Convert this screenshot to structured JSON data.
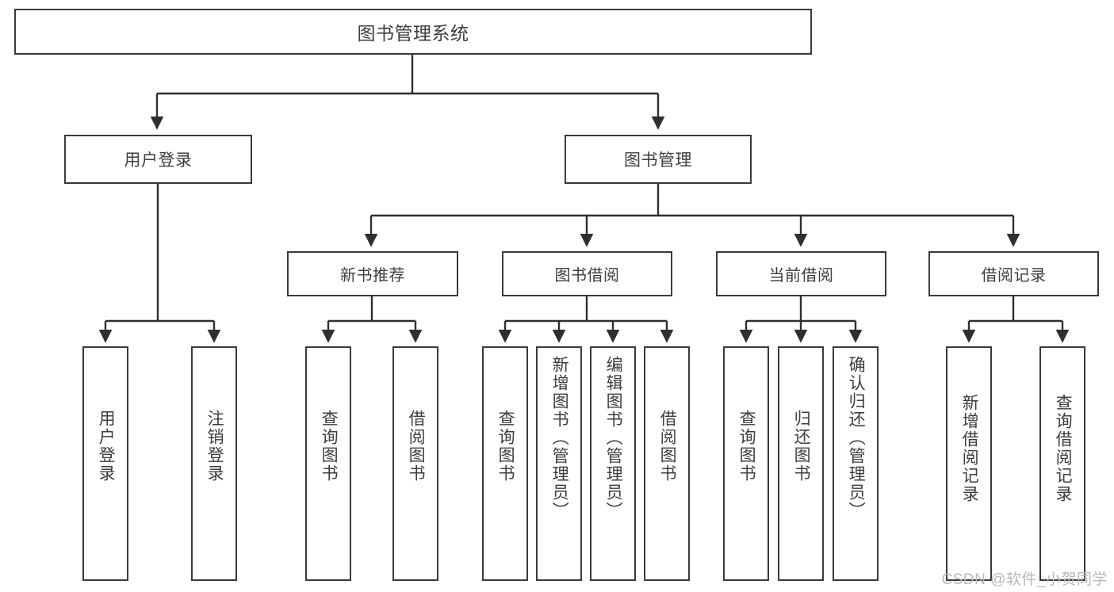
{
  "diagram": {
    "title": "图书管理系统",
    "type": "功能结构图",
    "watermark": "CSDN @软件_小贺同学",
    "colors": {
      "box_border": "#3a3a3a",
      "box_fill": "#ffffff",
      "text": "#3d3d3d",
      "edge": "#2f2f2f",
      "watermark": "#b9b9b9",
      "background": "#ffffff"
    },
    "root": {
      "label": "图书管理系统"
    },
    "level1": [
      {
        "label": "用户登录"
      },
      {
        "label": "图书管理"
      }
    ],
    "level2": [
      {
        "label": "新书推荐"
      },
      {
        "label": "图书借阅"
      },
      {
        "label": "当前借阅"
      },
      {
        "label": "借阅记录"
      }
    ],
    "leaves": {
      "user_login": [
        {
          "label": "用户登录"
        },
        {
          "label": "注销登录"
        }
      ],
      "new_book_recommend": [
        {
          "label": "查询图书"
        },
        {
          "label": "借阅图书"
        }
      ],
      "book_borrow": [
        {
          "label": "查询图书"
        },
        {
          "label": "新增图书（管理员）"
        },
        {
          "label": "编辑图书（管理员）"
        },
        {
          "label": "借阅图书"
        }
      ],
      "current_borrow": [
        {
          "label": "查询图书"
        },
        {
          "label": "归还图书"
        },
        {
          "label": "确认归还（管理员）"
        }
      ],
      "borrow_record": [
        {
          "label": "新增借阅记录"
        },
        {
          "label": "查询借阅记录"
        }
      ]
    }
  }
}
